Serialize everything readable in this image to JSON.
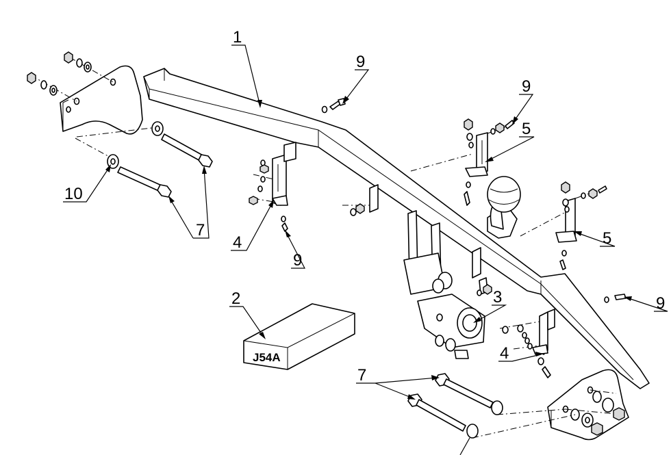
{
  "labels": {
    "p1": "1",
    "p2": "2",
    "p3": "3",
    "p4a": "4",
    "p4b": "4",
    "p5a": "5",
    "p5b": "5",
    "p7a": "7",
    "p7b": "7",
    "p9a": "9",
    "p9b": "9",
    "p9c": "9",
    "p9d": "9",
    "p10": "10"
  },
  "box_label": "J54A"
}
